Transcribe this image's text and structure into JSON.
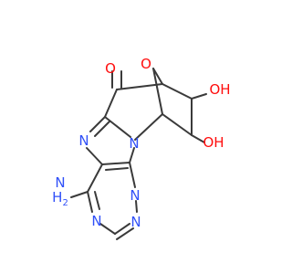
{
  "molecule": {
    "atoms": {
      "o_ketone": {
        "label": "O",
        "color": "#ff0d0d"
      },
      "o_bridge": {
        "label": "O",
        "color": "#ff0d0d"
      },
      "oh_upper": {
        "label": "OH",
        "color": "#ff0d0d"
      },
      "oh_lower": {
        "label": "OH",
        "color": "#ff0d0d"
      },
      "n_imid": {
        "label": "N",
        "color": "#3050f8"
      },
      "n_bridge": {
        "label": "N",
        "color": "#3050f8"
      },
      "n_pyr_right": {
        "label": "N",
        "color": "#3050f8"
      },
      "n_pyr_bottom_right": {
        "label": "N",
        "color": "#3050f8"
      },
      "n_pyr_bottom_left": {
        "label": "N",
        "color": "#3050f8"
      },
      "nh2": {
        "label": "H",
        "sub": "2",
        "prefix": "N",
        "color": "#3050f8"
      }
    },
    "bond_color": "#3a3a3a"
  }
}
